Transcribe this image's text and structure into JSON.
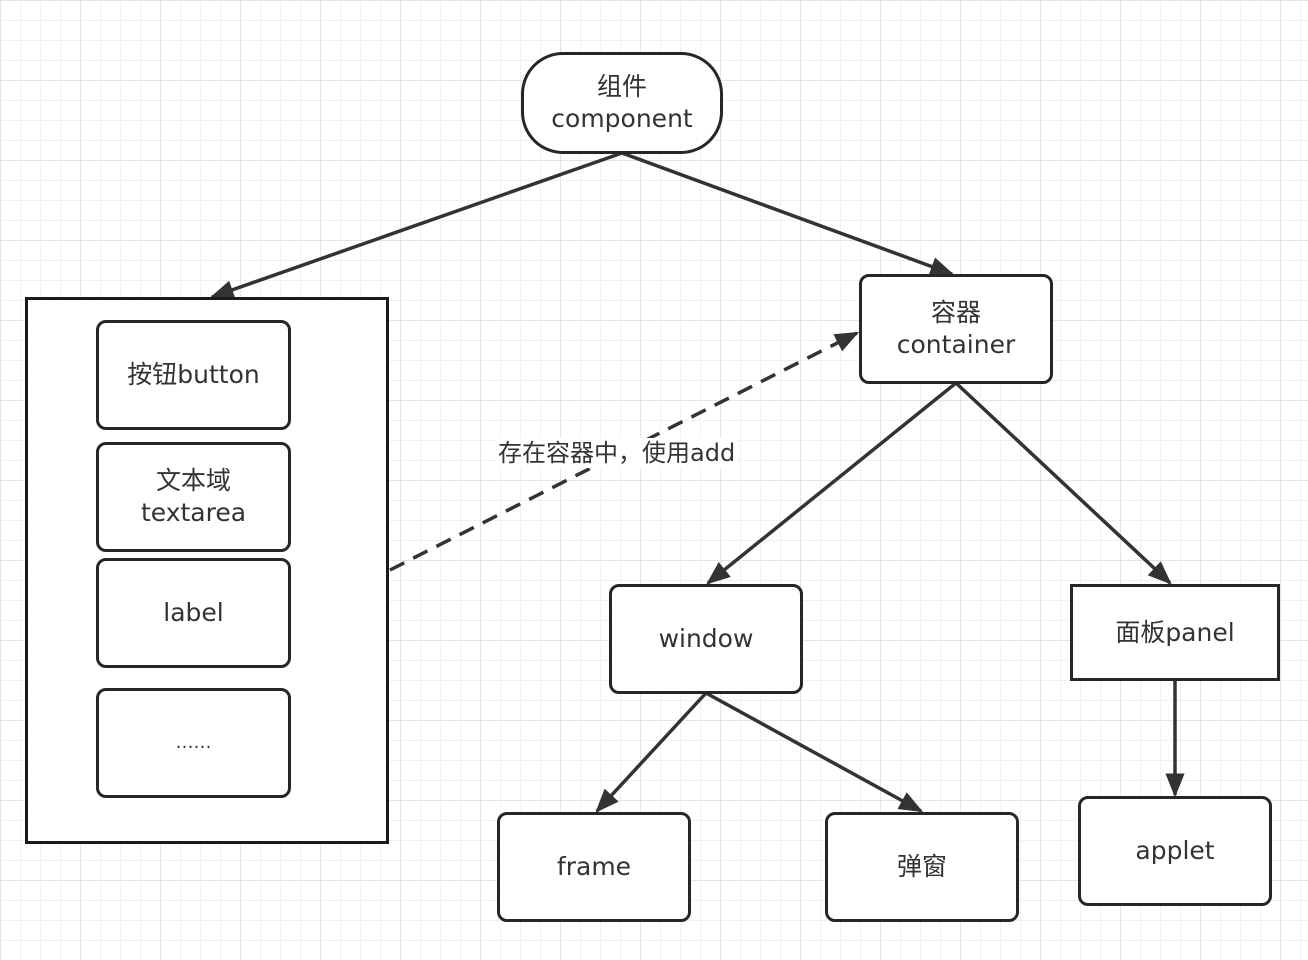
{
  "nodes": {
    "component": {
      "zh": "组件",
      "en": "component"
    },
    "container": {
      "zh": "容器",
      "en": "container"
    },
    "button": {
      "label": "按钮button"
    },
    "textarea": {
      "zh": "文本域",
      "en": "textarea"
    },
    "label": {
      "label": "label"
    },
    "more": {
      "label": "……"
    },
    "window": {
      "label": "window"
    },
    "panel": {
      "label": "面板panel"
    },
    "frame": {
      "label": "frame"
    },
    "dialog": {
      "label": "弹窗"
    },
    "applet": {
      "label": "applet"
    }
  },
  "edges": {
    "add_label": "存在容器中，使用add"
  },
  "colors": {
    "stroke": "#262626",
    "text": "#333333",
    "grid": "#e4e4e4"
  }
}
